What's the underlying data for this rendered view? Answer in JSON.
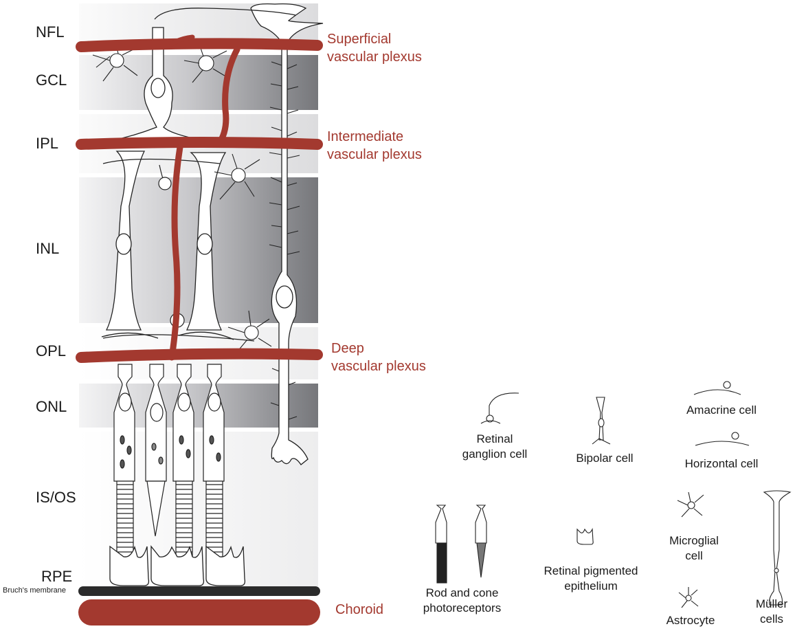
{
  "layers": [
    "NFL",
    "GCL",
    "IPL",
    "INL",
    "OPL",
    "ONL",
    "IS/OS",
    "RPE"
  ],
  "membrane_label": "Bruch's membrane",
  "plexus": {
    "superficial_1": "Superficial",
    "superficial_2": "vascular plexus",
    "intermediate_1": "Intermediate",
    "intermediate_2": "vascular plexus",
    "deep_1": "Deep",
    "deep_2": "vascular plexus",
    "choroid": "Choroid"
  },
  "legend": {
    "ganglion_1": "Retinal",
    "ganglion_2": "ganglion cell",
    "bipolar": "Bipolar cell",
    "amacrine": "Amacrine cell",
    "horizontal": "Horizontal cell",
    "rodcone_1": "Rod and cone",
    "rodcone_2": "photoreceptors",
    "rpe_1": "Retinal pigmented",
    "rpe_2": "epithelium",
    "microglia_1": "Microglial",
    "microglia_2": "cell",
    "astrocyte": "Astrocyte",
    "muller_1": "Müller",
    "muller_2": "cells"
  },
  "colors": {
    "vessel": "#a3392f",
    "membrane": "#2b2b2b",
    "text": "#1a1a1a",
    "band_dark": "#7d7e82",
    "band_light": "#f2f2f3"
  }
}
